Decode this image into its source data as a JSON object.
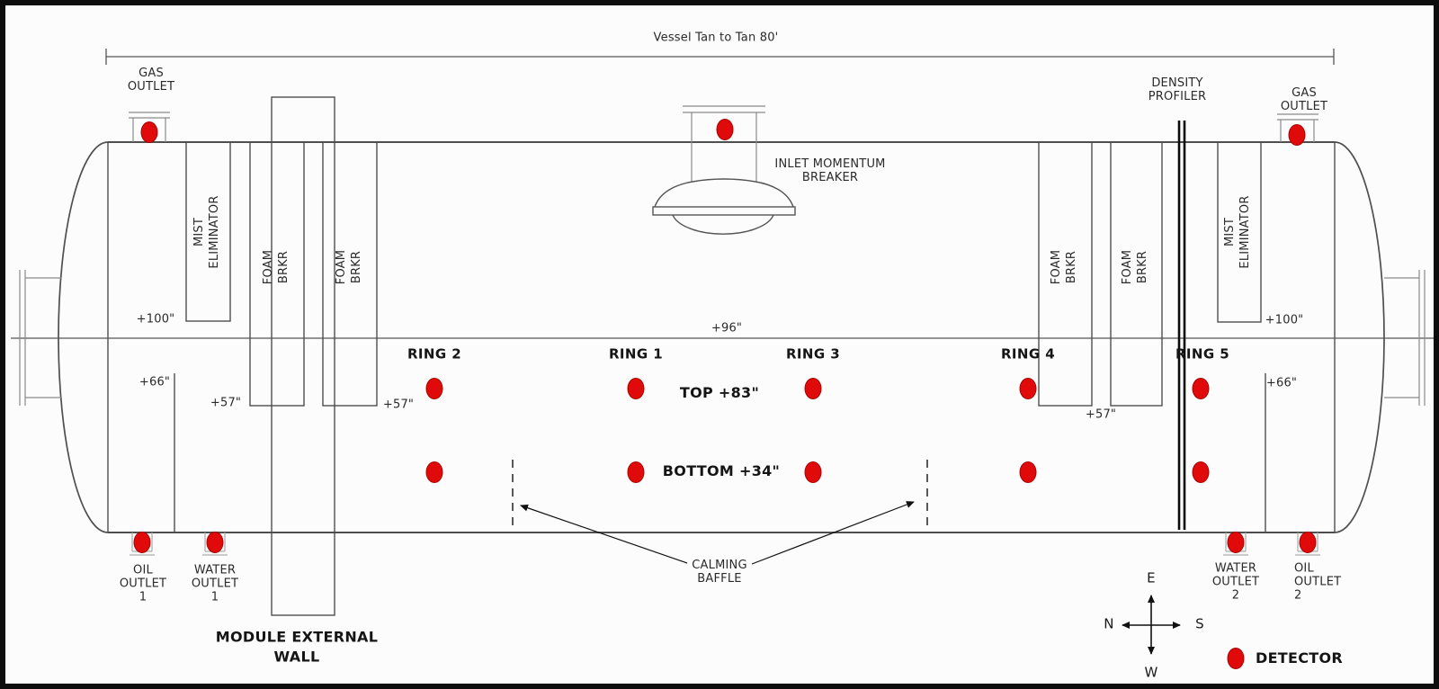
{
  "colors": {
    "detector": "#e10a0a",
    "detector_edge": "#a80404",
    "line": "#4f4f4f"
  },
  "dimension_label": "Vessel Tan to Tan 80'",
  "nozzles": {
    "gas_outlet_left": "GAS\nOUTLET",
    "gas_outlet_right": "GAS\nOUTLET",
    "inlet": "INLET MOMENTUM\nBREAKER",
    "oil_outlet_1": "OIL\nOUTLET\n1",
    "water_outlet_1": "WATER\nOUTLET\n1",
    "water_outlet_2": "WATER\nOUTLET\n2",
    "oil_outlet_2": "OIL\nOUTLET\n2"
  },
  "internals": {
    "mist_eliminator": "MIST\nELIMINATOR",
    "foam_breaker": "FOAM\nBRKR",
    "density_profiler": "DENSITY\nPROFILER",
    "module_external_wall": "MODULE EXTERNAL\nWALL",
    "calming_baffle": "CALMING\nBAFFLE"
  },
  "elevations": {
    "plus_100": "+100\"",
    "plus_96": "+96\"",
    "plus_66": "+66\"",
    "plus_57": "+57\""
  },
  "rings": [
    {
      "label": "RING 2"
    },
    {
      "label": "RING 1"
    },
    {
      "label": "RING 3"
    },
    {
      "label": "RING 4"
    },
    {
      "label": "RING 5"
    }
  ],
  "levels": {
    "top": "TOP +83\"",
    "bottom": "BOTTOM +34\""
  },
  "compass": {
    "east": "E",
    "west": "W",
    "north": "N",
    "south": "S"
  },
  "legend": {
    "detector": "DETECTOR"
  }
}
